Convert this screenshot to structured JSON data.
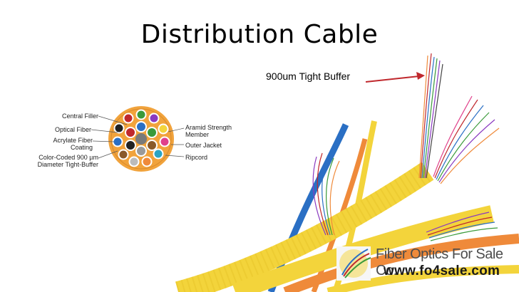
{
  "slide": {
    "title": "Distribution Cable",
    "callout": "900um Tight Buffer"
  },
  "cross_section": {
    "labels_left": [
      "Central Filler",
      "Optical Fiber",
      "Acrylate Fiber Coating",
      "Color-Coded 900 µm Diameter Tight-Buffer"
    ],
    "labels_right": [
      "Aramid Strength Member",
      "Outer Jacket",
      "Ripcord"
    ]
  },
  "logo": {
    "company": "Fiber Optics For Sale Co.",
    "website": "www.fo4sale.com"
  },
  "colors": {
    "arrow": "#c0282d",
    "jacket": "#f1a33c",
    "yellow_cable": "#f3d43b",
    "blue_cable": "#2a6fc4",
    "orange_cable": "#ef8a3a"
  }
}
